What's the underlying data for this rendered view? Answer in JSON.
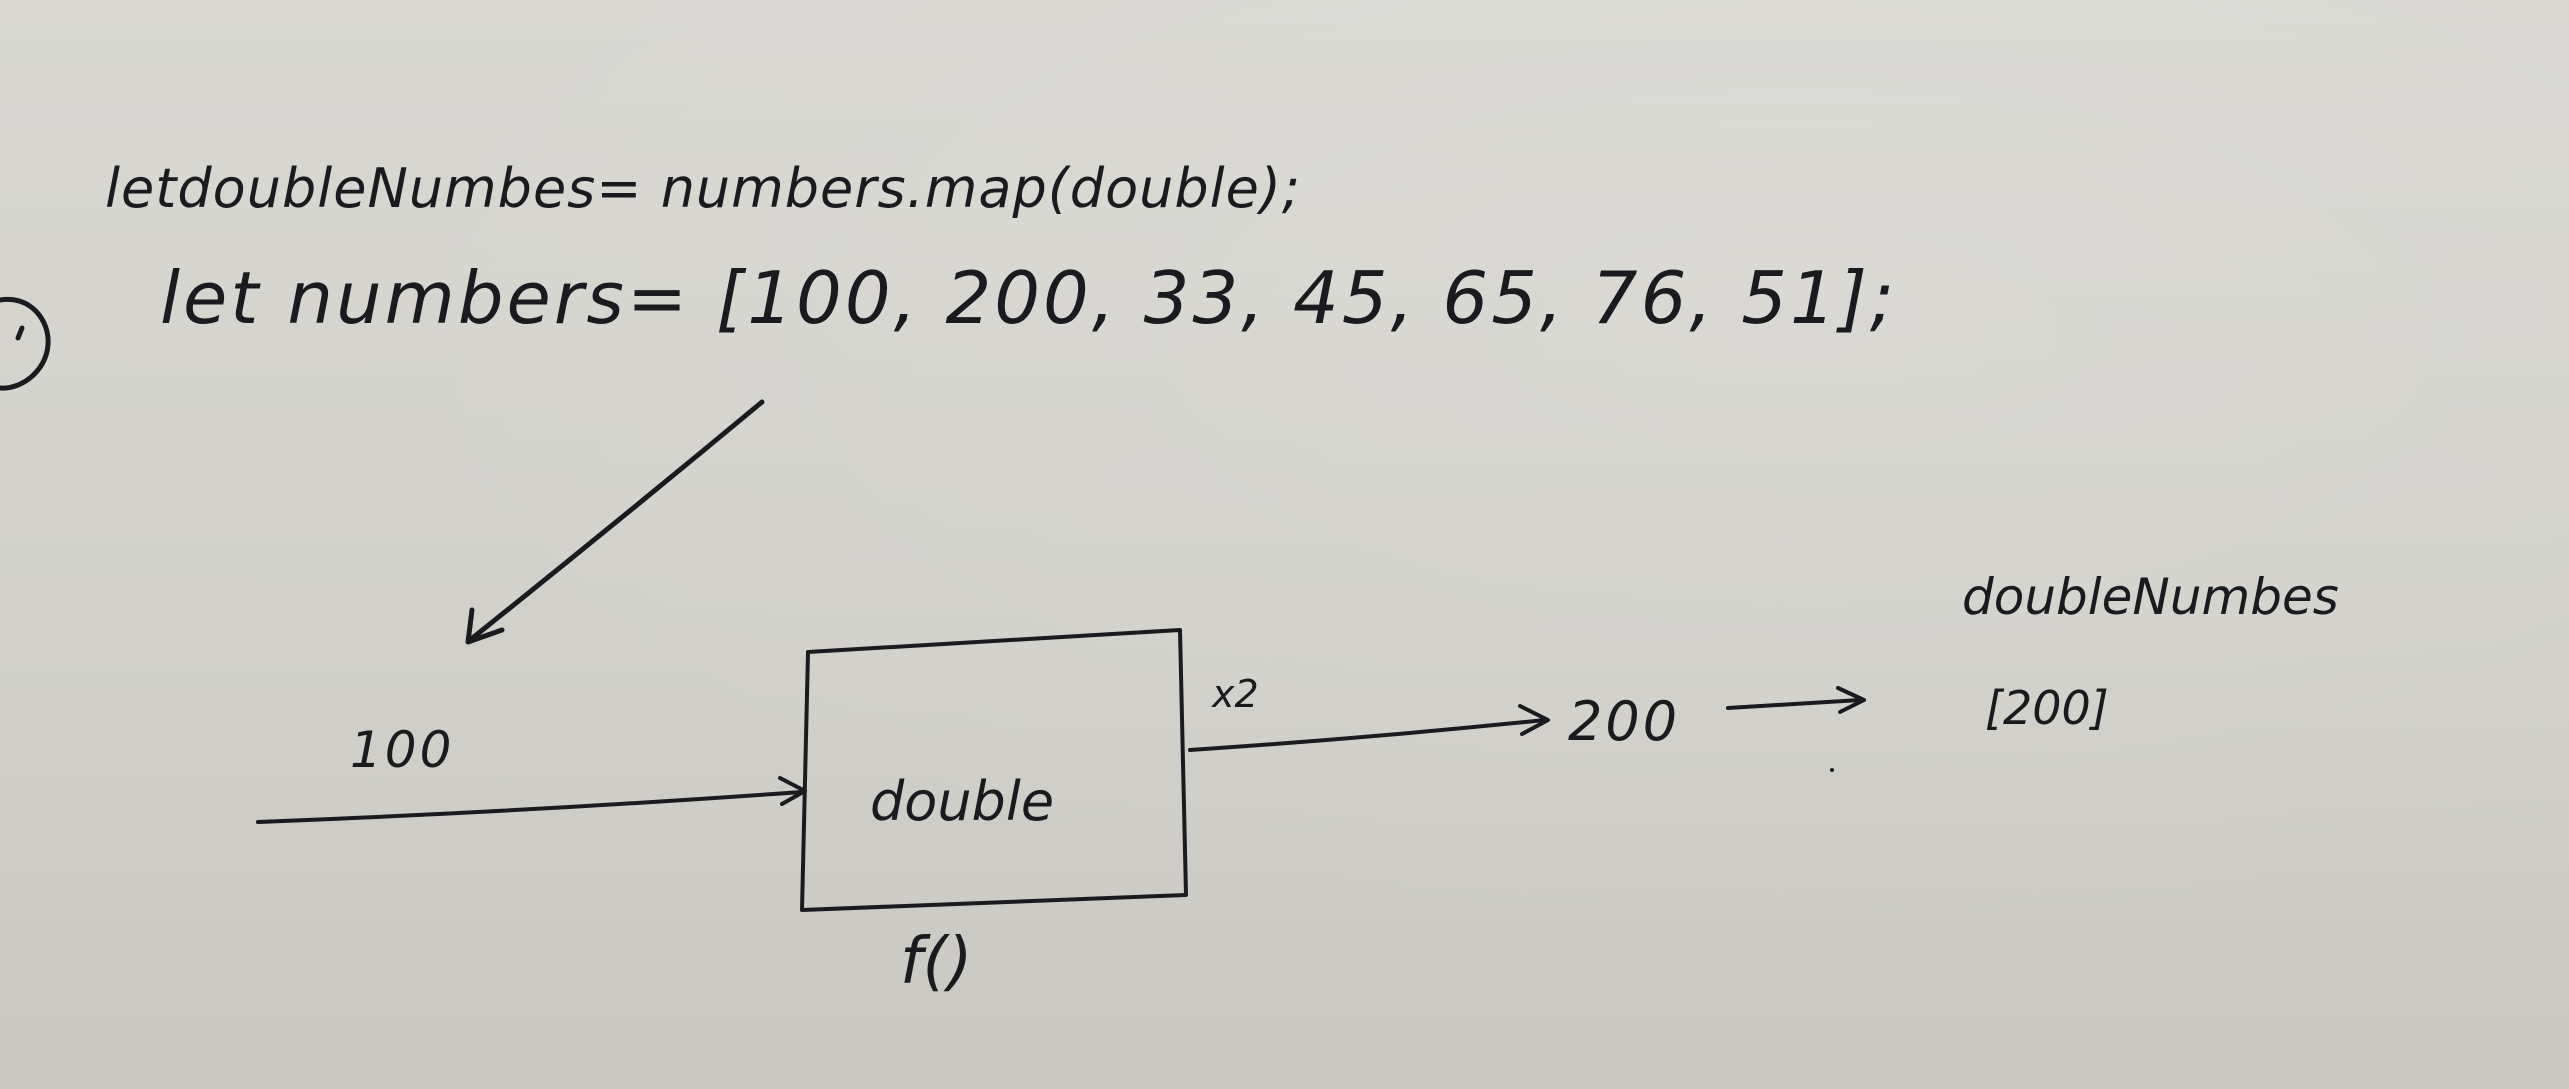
{
  "code": {
    "map_line": "letdoubleNumbes= numbers.map(double);",
    "numbers_line": "let numbers= [100, 200, 33, 45, 65, 76, 51];"
  },
  "diagram": {
    "function_box_label": "double",
    "function_symbol": "f()",
    "multiplier": "x2",
    "input_value": "100",
    "output_value": "200",
    "result_title": "doubleNumbes",
    "result_array": "[200]"
  },
  "colors": {
    "paper": "#d6d4cf",
    "ink": "#1b1b1f"
  }
}
